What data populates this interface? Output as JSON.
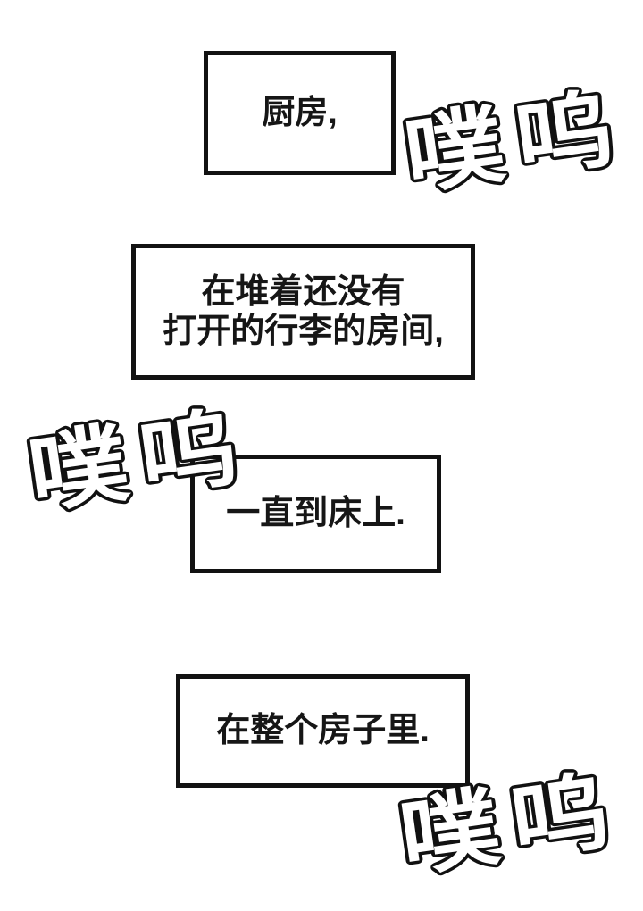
{
  "page": {
    "background_color": "#ffffff",
    "ink_color": "#161616",
    "border_color": "#121212"
  },
  "panels": [
    {
      "id": "panel-1",
      "text": "厨房,"
    },
    {
      "id": "panel-2",
      "text": "在堆着还没有\n打开的行李的房间,"
    },
    {
      "id": "panel-3",
      "text": "一直到床上."
    },
    {
      "id": "panel-4",
      "text": "在整个房子里."
    }
  ],
  "sfx": [
    {
      "text": "噗呜",
      "position": "top-right",
      "style": "hollow-outline",
      "fill": "#ffffff",
      "outline": "#111111"
    },
    {
      "text": "噗呜",
      "position": "middle-left",
      "style": "hollow-outline",
      "fill": "#ffffff",
      "outline": "#111111"
    },
    {
      "text": "噗呜",
      "position": "bottom-right",
      "style": "hollow-outline",
      "fill": "#ffffff",
      "outline": "#111111"
    }
  ]
}
